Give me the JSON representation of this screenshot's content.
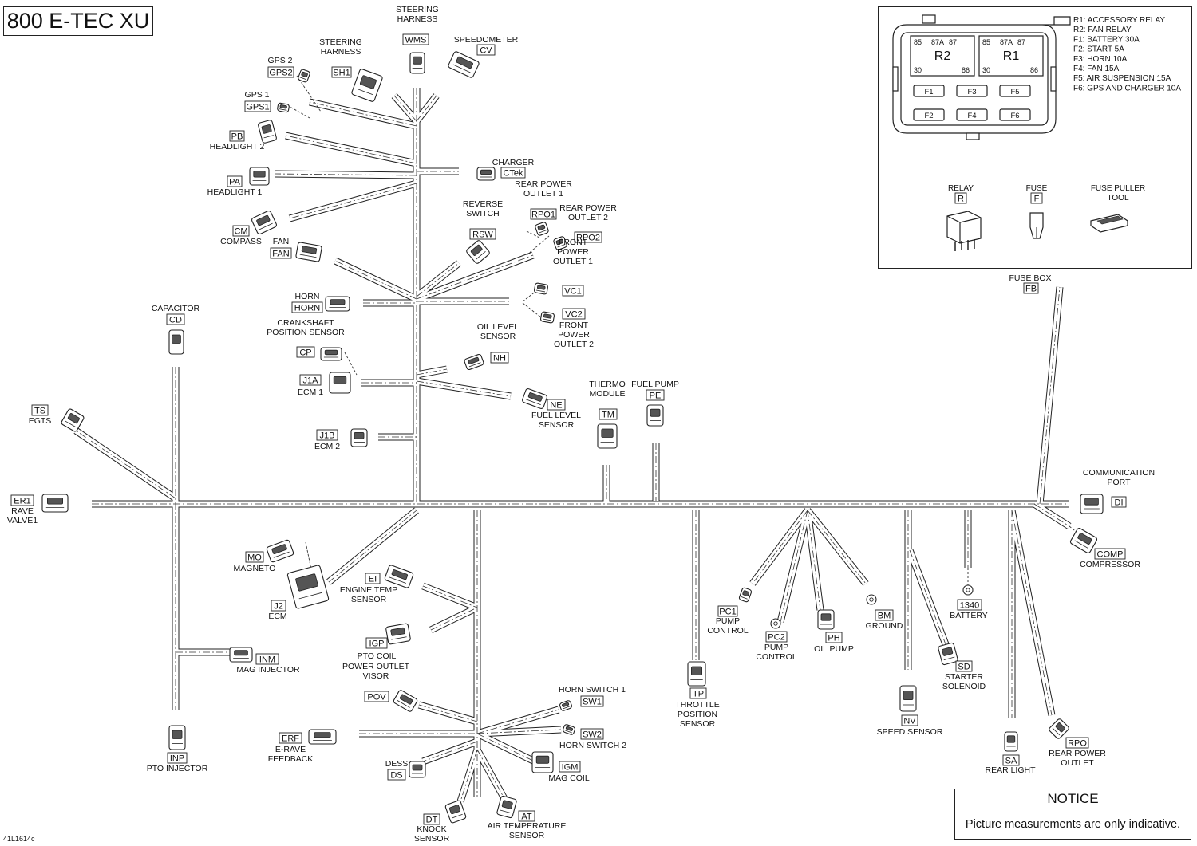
{
  "title": "800 E-TEC XU",
  "figure_code": "41L1614c",
  "fuse_box": {
    "relays": [
      {
        "pins": [
          "85",
          "87A",
          "87"
        ],
        "name": "R2",
        "bottom": [
          "30",
          "86"
        ]
      },
      {
        "pins": [
          "85",
          "87A",
          "87"
        ],
        "name": "R1",
        "bottom": [
          "30",
          "86"
        ]
      }
    ],
    "fuses": [
      "F1",
      "F3",
      "F5",
      "F2",
      "F4",
      "F6"
    ],
    "legend": [
      "R1: ACCESSORY RELAY",
      "R2: FAN RELAY",
      "F1: BATTERY 30A",
      "F2: START 5A",
      "F3: HORN 10A",
      "F4: FAN 15A",
      "F5: AIR SUSPENSION 15A",
      "F6: GPS AND CHARGER 10A"
    ],
    "parts": [
      {
        "name": "RELAY",
        "code": "R"
      },
      {
        "name": "FUSE",
        "code": "F"
      },
      {
        "name": "FUSE PULLER\nTOOL",
        "code": ""
      }
    ]
  },
  "notice": {
    "title": "NOTICE",
    "text": "Picture measurements are only indicative."
  },
  "connectors": [
    {
      "code": "WMS",
      "name": "STEERING\nHARNESS"
    },
    {
      "code": "CV",
      "name": "SPEEDOMETER"
    },
    {
      "code": "SH1",
      "name": "STEERING\nHARNESS"
    },
    {
      "code": "GPS2",
      "name": "GPS 2"
    },
    {
      "code": "GPS1",
      "name": "GPS 1"
    },
    {
      "code": "PB",
      "name": "HEADLIGHT 2"
    },
    {
      "code": "PA",
      "name": "HEADLIGHT 1"
    },
    {
      "code": "CTek",
      "name": "CHARGER"
    },
    {
      "code": "CM",
      "name": "COMPASS"
    },
    {
      "code": "RPO1",
      "name": "REAR POWER\nOUTLET 1"
    },
    {
      "code": "RPO2",
      "name": "REAR POWER\nOUTLET 2"
    },
    {
      "code": "RSW",
      "name": "REVERSE\nSWITCH"
    },
    {
      "code": "FAN",
      "name": "FAN"
    },
    {
      "code": "VC1",
      "name": "FRONT\nPOWER\nOUTLET 1"
    },
    {
      "code": "VC2",
      "name": "FRONT\nPOWER\nOUTLET 2"
    },
    {
      "code": "HORN",
      "name": "HORN"
    },
    {
      "code": "CD",
      "name": "CAPACITOR"
    },
    {
      "code": "CP",
      "name": "CRANKSHAFT\nPOSITION SENSOR"
    },
    {
      "code": "J1A",
      "name": "ECM 1"
    },
    {
      "code": "NH",
      "name": "OIL LEVEL\nSENSOR"
    },
    {
      "code": "NE",
      "name": "FUEL LEVEL\nSENSOR"
    },
    {
      "code": "TM",
      "name": "THERMO\nMODULE"
    },
    {
      "code": "PE",
      "name": "FUEL PUMP"
    },
    {
      "code": "FB",
      "name": "FUSE BOX"
    },
    {
      "code": "TS",
      "name": "EGTS"
    },
    {
      "code": "J1B",
      "name": "ECM 2"
    },
    {
      "code": "ER1",
      "name": "RAVE\nVALVE1"
    },
    {
      "code": "DI",
      "name": "COMMUNICATION\nPORT"
    },
    {
      "code": "COMP",
      "name": "COMPRESSOR"
    },
    {
      "code": "MO",
      "name": "MAGNETO"
    },
    {
      "code": "J2",
      "name": "ECM"
    },
    {
      "code": "EI",
      "name": "ENGINE TEMP\nSENSOR"
    },
    {
      "code": "IGP",
      "name": "PTO COIL"
    },
    {
      "code": "INM",
      "name": "MAG INJECTOR"
    },
    {
      "code": "PC1",
      "name": "PUMP\nCONTROL"
    },
    {
      "code": "PC2",
      "name": "PUMP\nCONTROL"
    },
    {
      "code": "PH",
      "name": "OIL PUMP"
    },
    {
      "code": "BM",
      "name": "GROUND"
    },
    {
      "code": "1340",
      "name": "BATTERY"
    },
    {
      "code": "SD",
      "name": "STARTER\nSOLENOID"
    },
    {
      "code": "TP",
      "name": "THROTTLE\nPOSITION\nSENSOR"
    },
    {
      "code": "NV",
      "name": "SPEED SENSOR"
    },
    {
      "code": "POV",
      "name": "POWER OUTLET\nVISOR"
    },
    {
      "code": "SW1",
      "name": "HORN SWITCH 1"
    },
    {
      "code": "SW2",
      "name": "HORN SWITCH 2"
    },
    {
      "code": "ERF",
      "name": "E-RAVE\nFEEDBACK"
    },
    {
      "code": "IGM",
      "name": "MAG COIL"
    },
    {
      "code": "DS",
      "name": "DESS"
    },
    {
      "code": "INP",
      "name": "PTO INJECTOR"
    },
    {
      "code": "SA",
      "name": "REAR LIGHT"
    },
    {
      "code": "RPO",
      "name": "REAR POWER\nOUTLET"
    },
    {
      "code": "DT",
      "name": "KNOCK\nSENSOR"
    },
    {
      "code": "AT",
      "name": "AIR TEMPERATURE\nSENSOR"
    }
  ]
}
